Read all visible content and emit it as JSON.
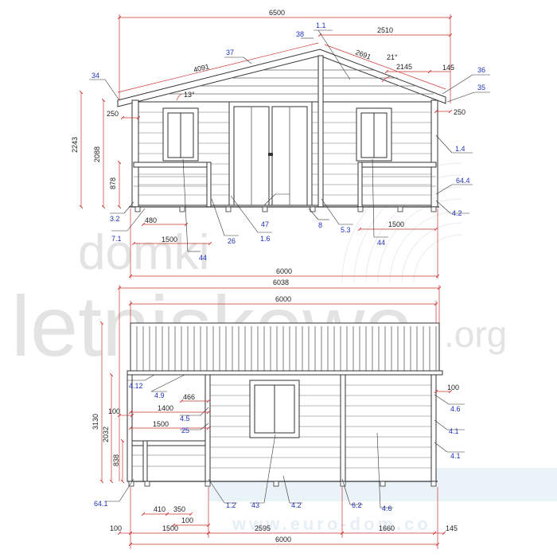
{
  "watermark": {
    "line1": "domki",
    "line2": "letniskowo",
    "line3": ".org",
    "line4": "www.euro-dom.co"
  },
  "front": {
    "dims": {
      "overall_top": "6500",
      "top_right": "2510",
      "roof_left": "4091",
      "roof_right": "2691",
      "sub_right": "2145",
      "eave_right": "145",
      "eave_w_left": "250",
      "eave_w_right": "250",
      "h_total": "2243",
      "h_wall": "2088",
      "h_rail": "878",
      "post_gap": "480",
      "span_left": "1500",
      "span_right": "1500",
      "bottom": "6000",
      "angle_roof": "21°",
      "angle_eave": "13°"
    },
    "refs": {
      "r1_1": "1.1",
      "r38": "38",
      "r37": "37",
      "r34": "34",
      "r36": "36",
      "r35": "35",
      "r1_4": "1.4",
      "r64_4": "64.4",
      "r4_2": "4.2",
      "r3_2": "3.2",
      "r7_1": "7.1",
      "r26": "26",
      "r1_6": "1.6",
      "r47": "47",
      "r8": "8",
      "r5_3": "5.3",
      "r44a": "44",
      "r44b": "44"
    }
  },
  "side": {
    "dims": {
      "top_outer": "6038",
      "top_inner": "6000",
      "h_total": "3130",
      "h_wall": "2032",
      "h_rail": "838",
      "left_100": "100",
      "right_100": "100",
      "d466": "466",
      "d1400": "1400",
      "d1500": "1500",
      "d410": "410",
      "d350": "350",
      "d100b": "100",
      "b100": "100",
      "b1500": "1500",
      "b2595": "2595",
      "b1660": "1660",
      "b145": "145",
      "bottom": "6000"
    },
    "refs": {
      "r4_12": "4.12",
      "r4_9": "4.9",
      "r4_5": "4.5",
      "r25": "25",
      "r4_6a": "4.6",
      "r4_1a": "4.1",
      "r4_1b": "4.1",
      "r64_1": "64.1",
      "r1_2": "1.2",
      "r43": "43",
      "r4_2": "4.2",
      "r6_2": "6.2",
      "r4_6b": "4.6"
    }
  }
}
